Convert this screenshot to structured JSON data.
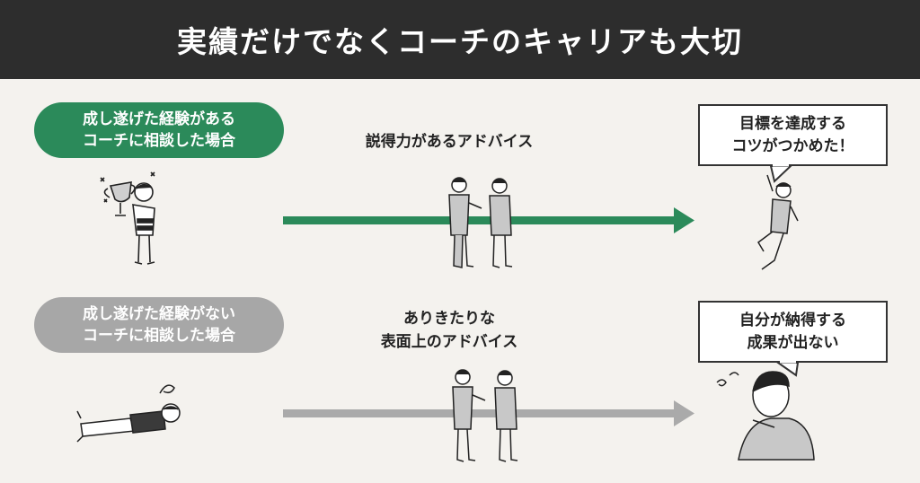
{
  "header": {
    "title": "実績だけでなくコーチのキャリアも大切"
  },
  "case_success": {
    "pill_line1": "成し遂げた経験がある",
    "pill_line2": "コーチに相談した場合",
    "advice_label": "説得力があるアドバイス",
    "result_line1": "目標を達成する",
    "result_line2": "コツがつかめた！"
  },
  "case_no_success": {
    "pill_line1": "成し遂げた経験がない",
    "pill_line2": "コーチに相談した場合",
    "advice_line1": "ありきたりな",
    "advice_line2": "表面上のアドバイス",
    "result_line1": "自分が納得する",
    "result_line2": "成果が出ない"
  },
  "colors": {
    "header_bg": "#2d2d2d",
    "accent_green": "#2b8a5a",
    "muted_gray": "#a7a7a7",
    "arrow_gray": "#aaaaaa",
    "background": "#f4f2ee"
  },
  "icons": {
    "trophy_person": "trophy-person-icon",
    "lying_person": "lying-person-icon",
    "coach_pair": "coach-pair-icon",
    "jumping_person": "jumping-person-icon",
    "worried_person": "worried-person-icon"
  }
}
